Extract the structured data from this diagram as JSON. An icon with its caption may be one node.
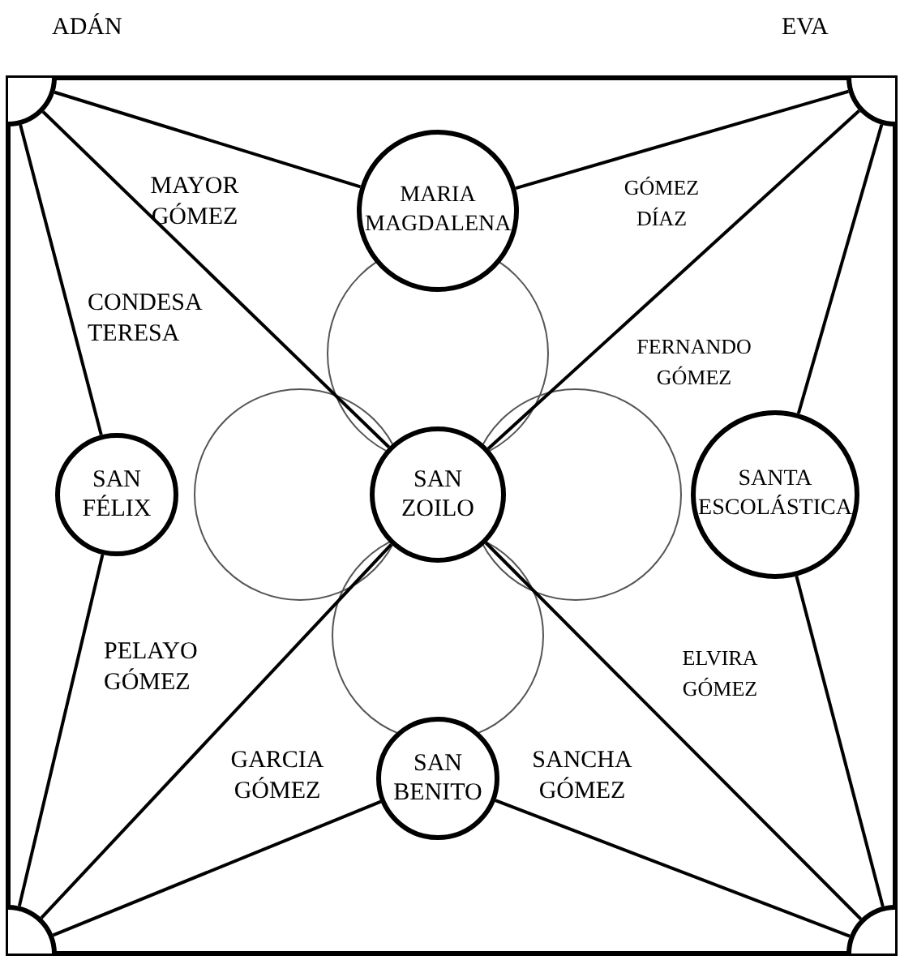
{
  "diagram": {
    "nodes": [
      {
        "text": [],
        "shape": "circle"
      },
      {
        "text": [
          "MARIA MAGDALENA"
        ]
      },
      {
        "text": [],
        "shape": "circle"
      },
      {
        "text": [
          "SAN FÉLIX"
        ]
      },
      {
        "text": [
          "SAN ZOILO"
        ]
      },
      {
        "text": [
          "SANTA ESCOLÁSTICA"
        ]
      },
      {
        "text": [],
        "shape": "circle"
      },
      {
        "text": [
          "SAN BENITO"
        ]
      },
      {
        "text": [],
        "shape": "circle"
      }
    ],
    "edges": [
      {
        "from": 0,
        "to": 1,
        "arrow": "none"
      },
      {
        "from": 0,
        "to": 3,
        "arrow": "none"
      },
      {
        "from": 0,
        "to": 4,
        "arrow": "none"
      },
      {
        "from": 2,
        "to": 1,
        "arrow": "none"
      },
      {
        "from": 2,
        "to": 5,
        "arrow": "none"
      },
      {
        "from": 2,
        "to": 4,
        "arrow": "none"
      },
      {
        "from": 6,
        "to": 3,
        "arrow": "none"
      },
      {
        "from": 6,
        "to": 7,
        "arrow": "none"
      },
      {
        "from": 6,
        "to": 4,
        "arrow": "none"
      },
      {
        "from": 8,
        "to": 5,
        "arrow": "none"
      },
      {
        "from": 8,
        "to": 7,
        "arrow": "none"
      },
      {
        "from": 8,
        "to": 4,
        "arrow": "none"
      }
    ],
    "labels": [
      "ADÁN",
      "EVA",
      "MAYOR GÓMEZ",
      "GÓMEZ DÍAZ",
      "CONDESA TERESA",
      "FERNANDO GÓMEZ",
      "PELAYO GÓMEZ",
      "ELVIRA GÓMEZ",
      "GARCIA GÓMEZ",
      "SANCHA GÓMEZ"
    ]
  }
}
